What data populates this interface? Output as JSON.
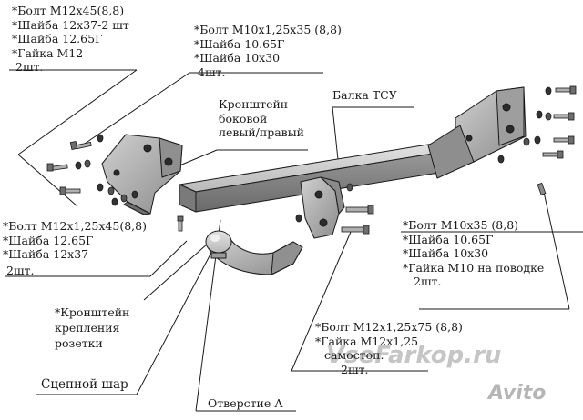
{
  "callouts": {
    "top_left": {
      "lines": [
        "*Болт М12х45(8,8)",
        "*Шайба 12х37-2 шт",
        "*Шайба 12.65Г",
        "*Гайка М12",
        "2шт."
      ]
    },
    "top_center": {
      "lines": [
        "*Болт М10х1,25х35 (8,8)",
        "*Шайба 10.65Г",
        "*Шайба 10х30",
        "4шт."
      ]
    },
    "bracket_side": {
      "lines": [
        "Кронштейн",
        "боковой",
        "левый/правый"
      ]
    },
    "beam": {
      "lines": [
        "Балка ТСУ"
      ]
    },
    "left_middle": {
      "lines": [
        "*Болт М12х1,25х45(8,8)",
        "*Шайба 12.65Г",
        "*Шайба 12х37",
        "2шт."
      ]
    },
    "right_middle": {
      "lines": [
        "*Болт М10х35 (8,8)",
        "*Шайба 10.65Г",
        "*Шайба 10х30",
        "*Гайка М10 на поводке",
        "2шт."
      ]
    },
    "socket_bracket": {
      "lines": [
        "*Кронштейн",
        "крепления",
        "розетки"
      ]
    },
    "bottom_center": {
      "lines": [
        "*Болт М12х1,25х75 (8,8)",
        "*Гайка М12х1,25",
        "самостоп.",
        "2шт."
      ]
    },
    "ball": {
      "lines": [
        "Сцепной шар"
      ]
    },
    "hole": {
      "lines": [
        "Отверстие А"
      ]
    }
  },
  "watermarks": {
    "site": "VseFarkop.ru",
    "avito": "Avito"
  },
  "colors": {
    "steel_light": "#c4c4c4",
    "steel_mid": "#a2a2a2",
    "steel_dark": "#6e6e6e",
    "outline": "#1a1a1a",
    "leader": "#1a1a1a"
  }
}
